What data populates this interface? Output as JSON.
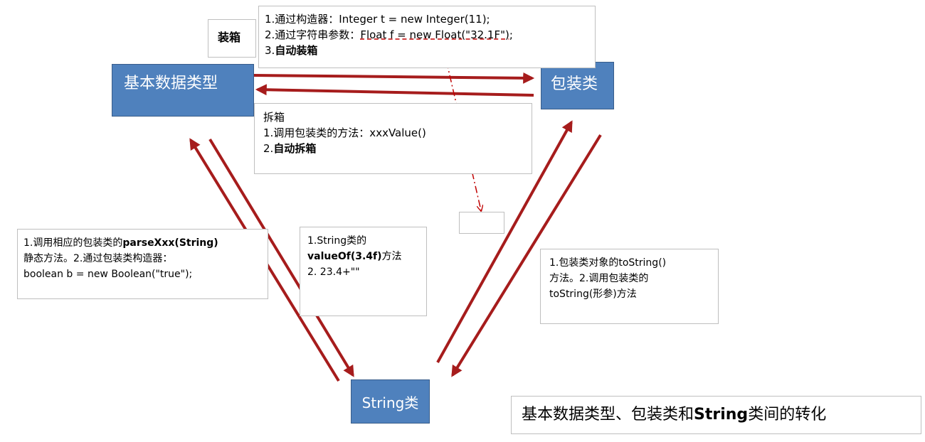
{
  "nodes": {
    "basic": "基本数据类型",
    "wrapper": "包装类",
    "string": "String类"
  },
  "boxing": {
    "label": "装箱",
    "line1": "1.通过构造器：Integer t = new Integer(11);",
    "line2_prefix": "2.通过字符串参数：",
    "line2_code": "Float f = new Float(\"32.1F\");",
    "line3_num": "3.",
    "line3_bold": "自动装箱"
  },
  "unboxing": {
    "title": "拆箱",
    "line1": "1.调用包装类的方法：xxxValue()",
    "line2_num": "2.",
    "line2_bold": "自动拆箱"
  },
  "basic_to_string": {
    "line1": "1.String类的",
    "line2_bold": "valueOf(3.4f)",
    "line2_rest": "方法",
    "line3": "2. 23.4+\"\""
  },
  "string_to_basic": {
    "line1_prefix": "1.调用相应的包装类的",
    "line1_bold": "parseXxx(String)",
    "line2": "静态方法。2.通过包装类构造器：",
    "line3": "boolean b = new Boolean(\"true\");"
  },
  "wrapper_to_string": {
    "line1": "1.包装类对象的toString()",
    "line2": "方法。2.调用包装类的",
    "line3": "toString(形参)方法"
  },
  "caption": {
    "prefix": "基本数据类型、包装类和",
    "bold": "String",
    "suffix": "类间的转化"
  },
  "colors": {
    "node_fill": "#4f81bd",
    "arrow": "#a61c1c",
    "dashed_arrow": "#c00000"
  }
}
